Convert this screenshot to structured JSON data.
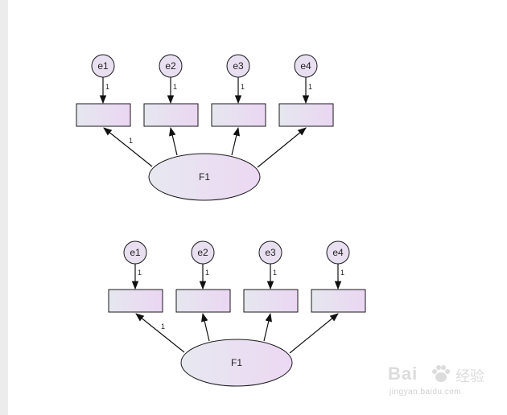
{
  "diagrams": [
    {
      "factor_label": "F1",
      "error_labels": [
        "e1",
        "e2",
        "e3",
        "e4"
      ],
      "error_path_labels": [
        "1",
        "1",
        "1",
        "1"
      ],
      "fixed_loading_label": "1"
    },
    {
      "factor_label": "F1",
      "error_labels": [
        "e1",
        "e2",
        "e3",
        "e4"
      ],
      "error_path_labels": [
        "1",
        "1",
        "1",
        "1"
      ],
      "fixed_loading_label": "1"
    }
  ],
  "colors": {
    "box_gradient_start": "#e6e7ef",
    "box_gradient_end": "#ead6f2",
    "circle_fill": "#e8dff0",
    "stroke": "#1a1a1a",
    "sidebar": "#ececec"
  },
  "watermark": {
    "brand": "Bai",
    "brand_suffix": "经验",
    "url": "jingyan.baidu.com"
  }
}
